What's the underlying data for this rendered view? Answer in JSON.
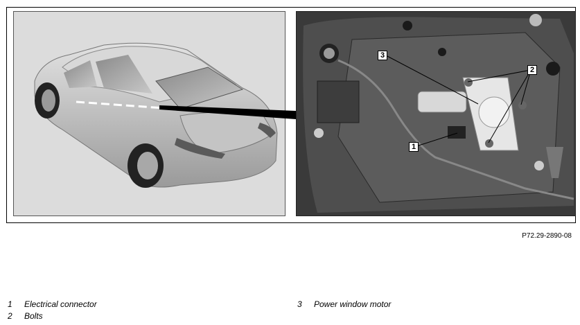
{
  "figure": {
    "reference": "P72.29-2890-08",
    "callouts": {
      "c1": "1",
      "c2": "2",
      "c3": "3"
    }
  },
  "legend": [
    {
      "num": "1",
      "text": "Electrical connector"
    },
    {
      "num": "2",
      "text": "Bolts"
    },
    {
      "num": "3",
      "text": "Power window motor"
    }
  ]
}
